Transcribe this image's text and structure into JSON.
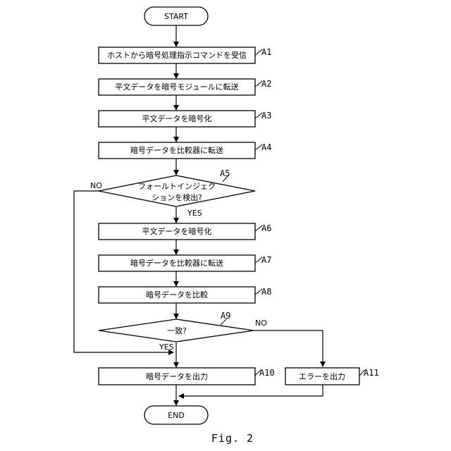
{
  "figure": {
    "caption": "Fig. 2",
    "start": "START",
    "end": "END",
    "steps": {
      "a1": {
        "label": "ホストから暗号処理指示コマンドを受信",
        "tag": "A1"
      },
      "a2": {
        "label": "平文データを暗号モジュールに転送",
        "tag": "A2"
      },
      "a3": {
        "label": "平文データを暗号化",
        "tag": "A3"
      },
      "a4": {
        "label": "暗号データを比較器に転送",
        "tag": "A4"
      },
      "a5": {
        "line1": "フォールトインジェク",
        "line2": "ションを検出?",
        "tag": "A5",
        "yes": "YES",
        "no": "NO"
      },
      "a6": {
        "label": "平文データを暗号化",
        "tag": "A6"
      },
      "a7": {
        "label": "暗号データを比較器に転送",
        "tag": "A7"
      },
      "a8": {
        "label": "暗号データを比較",
        "tag": "A8"
      },
      "a9": {
        "label": "一致?",
        "tag": "A9",
        "yes": "YES",
        "no": "NO"
      },
      "a10": {
        "label": "暗号データを出力",
        "tag": "A10"
      },
      "a11": {
        "label": "エラーを出力",
        "tag": "A11"
      }
    }
  }
}
